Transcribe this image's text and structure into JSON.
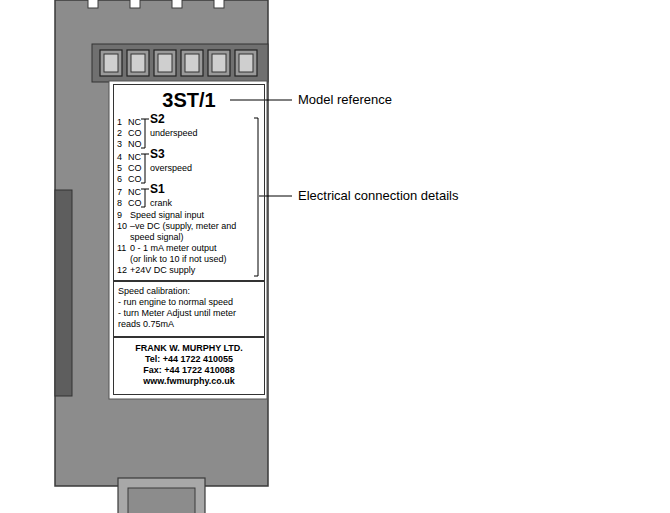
{
  "diagram": {
    "nodes": [
      {
        "text": [
          "3ST/1"
        ]
      },
      {
        "text": [
          "Speed calibration:",
          "- run engine to normal speed",
          "- turn Meter Adjust until meter reads 0.75mA"
        ]
      },
      {
        "text": [
          "FRANK W. MURPHY LTD.",
          "Tel: +44 1722 410055",
          "Fax: +44 1722 410088",
          "www.fwmurphy.co.uk"
        ]
      }
    ],
    "labels": [
      "Model reference",
      "Electrical connection details",
      "1",
      "NC",
      "2",
      "CO",
      "3",
      "NO",
      "S2",
      "underspeed",
      "4",
      "NC",
      "5",
      "CO",
      "6",
      "CO",
      "S3",
      "overspeed",
      "7",
      "NC",
      "8",
      "CO",
      "S1",
      "crank",
      "9",
      "Speed signal input",
      "10",
      "–ve DC (supply, meter and speed signal)",
      "11",
      "0 - 1 mA meter output (or link to 10 if not used)",
      "12",
      "+24V DC supply"
    ]
  }
}
